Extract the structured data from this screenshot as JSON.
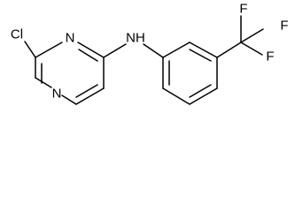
{
  "molecule": {
    "atoms": {
      "chlorine": "Cl",
      "pyrimidine_n_upper": "N",
      "pyrimidine_n_lower": "N",
      "amine_nh": "NH",
      "fluorine_top": "F",
      "fluorine_right": "F",
      "fluorine_bottom": "F"
    }
  },
  "colors": {
    "bond": "#000000",
    "text": "#000000",
    "background": "#ffffff"
  }
}
